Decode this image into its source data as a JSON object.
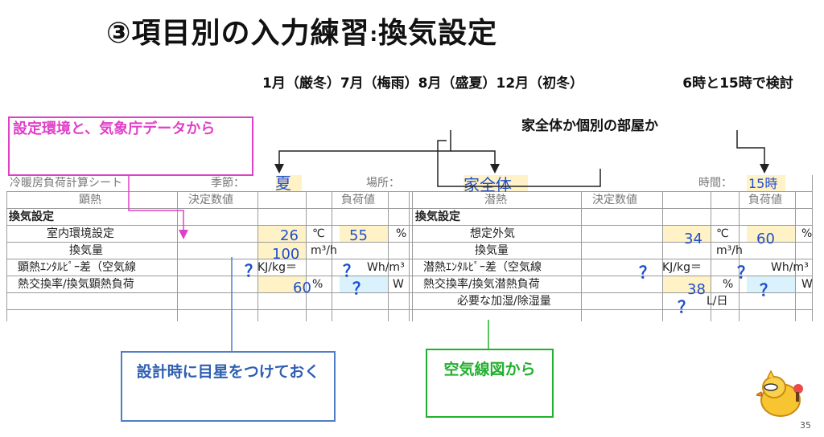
{
  "slide": {
    "title_main": "③項目別の入力練習",
    "title_sep": ":",
    "title_sub": "換気設定",
    "page_number": "35"
  },
  "notes": {
    "months": "1月（厳冬）7月（梅雨）8月（盛夏）12月（初冬）",
    "times": "6時と15時で検討",
    "whole_or_room": "家全体か個別の部屋か"
  },
  "callouts": {
    "pink": "設定環境と、気象庁データから",
    "blue": "設計時に目星をつけておく",
    "green": "空気線図から"
  },
  "sheet": {
    "header_row": {
      "sheet_name": "冷暖房負荷計算シート",
      "season_label": "季節：",
      "season_value": "夏",
      "place_label": "場所：",
      "place_value": "家全体",
      "time_label": "時間：",
      "time_value": "15時"
    },
    "col_headers": {
      "sensible": "顕熱",
      "decided_left": "決定数値",
      "load_left": "負荷値",
      "latent": "潜熱",
      "decided_right": "決定数値",
      "load_right": "負荷値"
    },
    "section_left": "換気設定",
    "section_right": "換気設定",
    "left_rows": [
      {
        "label": "室内環境設定",
        "v1": "26",
        "u1": "℃",
        "v2": "55",
        "u2": "%"
      },
      {
        "label": "換気量",
        "v1": "100",
        "u1": "m³/h"
      },
      {
        "label": "顕熱ｴﾝﾀﾙﾋﾟｰ差（空気線",
        "q1": "？",
        "u1": "KJ/kg＝",
        "q2": "？",
        "u2": "Wh/m³"
      },
      {
        "label": "熱交換率/換気顕熱負荷",
        "v1": "60",
        "u1": "%",
        "q2": "？",
        "u2": "W"
      }
    ],
    "right_rows": [
      {
        "label": "想定外気",
        "v1": "34",
        "u1": "℃",
        "v2": "60",
        "u2": "%"
      },
      {
        "label": "換気量",
        "u1": "m³/h"
      },
      {
        "label": "潜熱ｴﾝﾀﾙﾋﾟｰ差（空気線",
        "q1": "？",
        "u1": "KJ/kg＝",
        "q2": "？",
        "u2": "Wh/m³"
      },
      {
        "label": "熱交換率/換気潜熱負荷",
        "v1": "38",
        "u1": "%",
        "q2": "？",
        "u2": "W"
      },
      {
        "label": "必要な加湿/除湿量",
        "q1": "？",
        "u1": "L/日"
      }
    ]
  },
  "colors": {
    "accent_value": "#1f4fcf",
    "pink": "#e040c8",
    "blue_box": "#4f7ec6",
    "green_box": "#22b02e",
    "input_fill": "#fff2c6",
    "calc_fill": "#d9f2fb"
  },
  "mascot_icon": "chick-mascot-icon"
}
